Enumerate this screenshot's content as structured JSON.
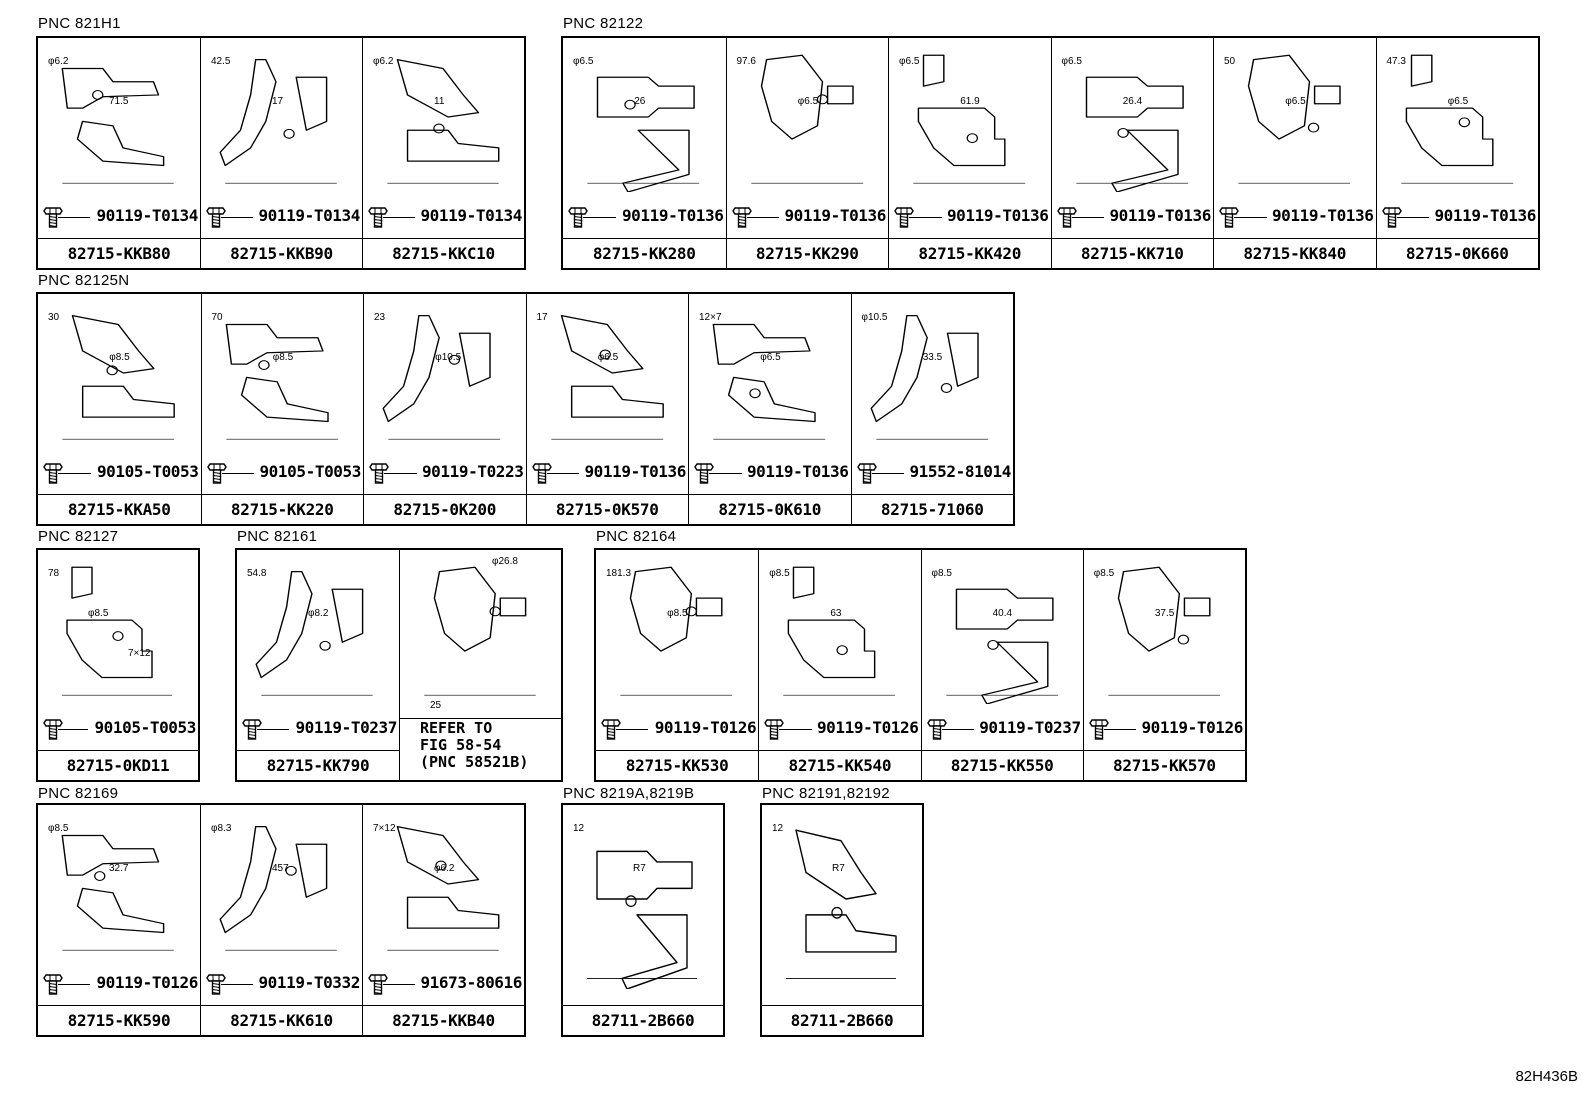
{
  "groups": [
    {
      "pnc": "PNC 821H1",
      "cells": [
        {
          "bolt": "90119-T0134",
          "part": "82715-KKB80",
          "dims": [
            "φ6.2",
            "71.5"
          ]
        },
        {
          "bolt": "90119-T0134",
          "part": "82715-KKB90",
          "dims": [
            "42.5",
            "17"
          ]
        },
        {
          "bolt": "90119-T0134",
          "part": "82715-KKC10",
          "dims": [
            "φ6.2",
            "11"
          ]
        }
      ]
    },
    {
      "pnc": "PNC 82122",
      "cells": [
        {
          "bolt": "90119-T0136",
          "part": "82715-KK280",
          "dims": [
            "φ6.5",
            "26"
          ]
        },
        {
          "bolt": "90119-T0136",
          "part": "82715-KK290",
          "dims": [
            "97.6",
            "φ6.5"
          ]
        },
        {
          "bolt": "90119-T0136",
          "part": "82715-KK420",
          "dims": [
            "φ6.5",
            "61.9"
          ]
        },
        {
          "bolt": "90119-T0136",
          "part": "82715-KK710",
          "dims": [
            "φ6.5",
            "26.4"
          ]
        },
        {
          "bolt": "90119-T0136",
          "part": "82715-KK840",
          "dims": [
            "50",
            "φ6.5"
          ]
        },
        {
          "bolt": "90119-T0136",
          "part": "82715-0K660",
          "dims": [
            "47.3",
            "φ6.5"
          ]
        }
      ]
    },
    {
      "pnc": "PNC 82125N",
      "cells": [
        {
          "bolt": "90105-T0053",
          "part": "82715-KKA50",
          "dims": [
            "30",
            "φ8.5"
          ]
        },
        {
          "bolt": "90105-T0053",
          "part": "82715-KK220",
          "dims": [
            "70",
            "φ8.5"
          ]
        },
        {
          "bolt": "90119-T0223",
          "part": "82715-0K200",
          "dims": [
            "23",
            "φ10.5"
          ]
        },
        {
          "bolt": "90119-T0136",
          "part": "82715-0K570",
          "dims": [
            "17",
            "φ6.5"
          ]
        },
        {
          "bolt": "90119-T0136",
          "part": "82715-0K610",
          "dims": [
            "12×7",
            "φ6.5"
          ]
        },
        {
          "bolt": "91552-81014",
          "part": "82715-71060",
          "dims": [
            "φ10.5",
            "33.5"
          ]
        }
      ]
    },
    {
      "pnc": "PNC 82127",
      "cells": [
        {
          "bolt": "90105-T0053",
          "part": "82715-0KD11",
          "dims": [
            "78",
            "φ8.5",
            "7×12"
          ]
        }
      ]
    },
    {
      "pnc": "PNC 82161",
      "cells": [
        {
          "bolt": "90119-T0237",
          "part": "82715-KK790",
          "dims": [
            "54.8",
            "φ8.2"
          ]
        }
      ]
    },
    {
      "pnc": "PNC 82164",
      "cells": [
        {
          "bolt": "90119-T0126",
          "part": "82715-KK530",
          "dims": [
            "181.3",
            "φ8.5"
          ]
        },
        {
          "bolt": "90119-T0126",
          "part": "82715-KK540",
          "dims": [
            "φ8.5",
            "63"
          ]
        },
        {
          "bolt": "90119-T0237",
          "part": "82715-KK550",
          "dims": [
            "φ8.5",
            "40.4"
          ]
        },
        {
          "bolt": "90119-T0126",
          "part": "82715-KK570",
          "dims": [
            "φ8.5",
            "37.5"
          ]
        }
      ]
    },
    {
      "pnc": "PNC 82169",
      "cells": [
        {
          "bolt": "90119-T0126",
          "part": "82715-KK590",
          "dims": [
            "φ8.5",
            "32.7"
          ]
        },
        {
          "bolt": "90119-T0332",
          "part": "82715-KK610",
          "dims": [
            "φ8.3",
            "457"
          ]
        },
        {
          "bolt": "91673-80616",
          "part": "82715-KKB40",
          "dims": [
            "7×12",
            "φ6.2"
          ]
        }
      ]
    },
    {
      "pnc": "PNC 8219A,8219B",
      "cells": [
        {
          "part": "82711-2B660",
          "dims": [
            "12",
            "R7"
          ]
        }
      ]
    },
    {
      "pnc": "PNC 82191,82192",
      "cells": [
        {
          "part": "82711-2B660",
          "dims": [
            "12",
            "R7"
          ]
        }
      ]
    }
  ],
  "refer": {
    "dims": [
      "φ26.8",
      "25"
    ],
    "note": "REFER TO\nFIG 58-54\n(PNC 58521B)"
  },
  "figure_id": "82H436B",
  "icons": {
    "bolt": "bolt-icon"
  }
}
